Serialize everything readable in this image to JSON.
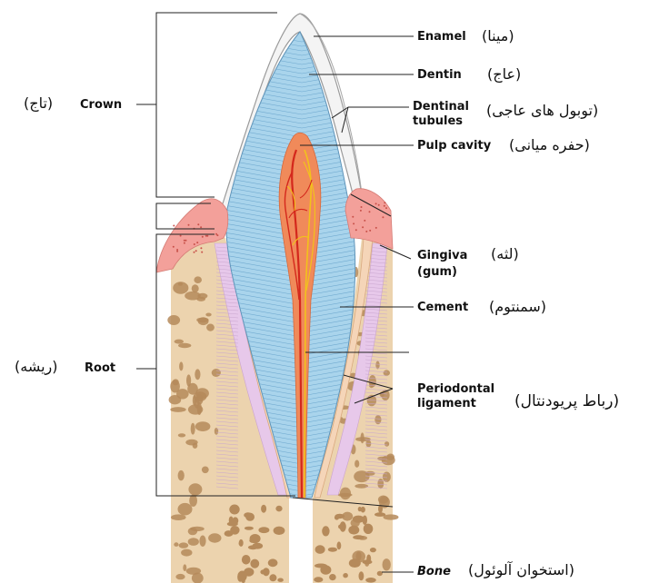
{
  "labels": {
    "enamel": "Enamel",
    "enamel_fa": "(مینا)",
    "dentin": "Dentin",
    "dentin_fa": "(عاج)",
    "dentinal_tubules": "Dentinal tubules",
    "dentinal_tubules_line1": "Dentinal",
    "dentinal_tubules_line2": "tubules",
    "dentinal_tubules_fa": "(توبول های عاجی)",
    "pulp_cavity": "Pulp cavity",
    "pulp_cavity_fa": "(حفره میانی)",
    "gingiva": "Gingiva",
    "gum": "(gum)",
    "gingiva_fa": "(لثه)",
    "cement": "Cement",
    "cement_fa": "(سمنتوم)",
    "periodontal_ligament_line1": "Periodontal",
    "periodontal_ligament_line2": "ligament",
    "periodontal_ligament_fa": "(رباط پریودنتال)",
    "bone": "Bone",
    "bone_fa": "(استخوان آلوئول)",
    "crown": "Crown",
    "crown_fa": "(تاج)",
    "root": "Root",
    "root_fa": "(ریشه)"
  },
  "colors": {
    "enamel": "#f4f4f4",
    "dentin": "#a9d4ec",
    "dentin_lines": "#6fa9cf",
    "pulp": "#f08a5a",
    "pulp_vessel_red": "#d4281c",
    "pulp_nerve_yellow": "#f2c21b",
    "gingiva": "#f3a09a",
    "cement": "#f5d5b8",
    "ligament": "#e7c8ea",
    "bone": "#ecd3ae",
    "bone_spots": "#b58a5b",
    "leader": "#222222"
  },
  "icons": [
    "tooth-cross-section-illustration"
  ]
}
